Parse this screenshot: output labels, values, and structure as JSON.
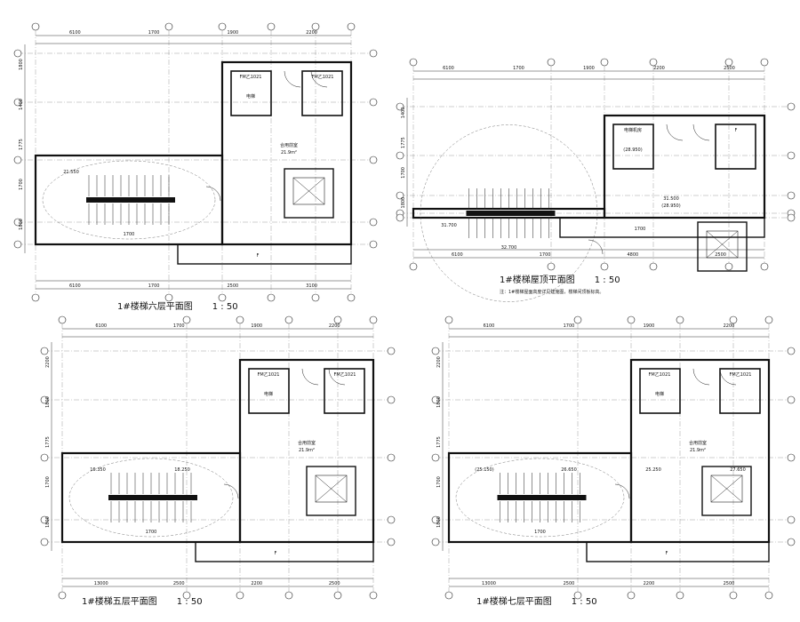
{
  "sheet": {
    "note": "注：1#楼梯屋面高度详见建施图，楼梯间顶板标高。",
    "plans": [
      {
        "id": "p6",
        "title": "1#楼梯六层平面图",
        "scale": "1 : 50",
        "top_dims": [
          "6100",
          "1700",
          "1900",
          "2200"
        ],
        "bottom_dims": [
          "6100",
          "1700",
          "2500",
          "3100"
        ],
        "left_dims": [
          "1800",
          "1400",
          "1775",
          "1700",
          "1800"
        ],
        "labels": [
          "电梯",
          "合用前室",
          "21.9m²",
          "1700",
          "F",
          "FM乙1021",
          "FM乙1021"
        ],
        "room_marks": [
          "21.550"
        ]
      },
      {
        "id": "proof",
        "title": "1#楼梯屋顶平面图",
        "scale": "1 : 50",
        "top_dims": [
          "6100",
          "1700",
          "1900",
          "2200",
          "2500"
        ],
        "bottom_dims": [
          "6100",
          "1700",
          "4800",
          "2500"
        ],
        "left_dims": [
          "1400",
          "1775",
          "1700",
          "1800"
        ],
        "labels": [
          "(28.950)",
          "31.500",
          "(28.950)",
          "32.700",
          "1700",
          "电梯机房",
          "F"
        ],
        "room_marks": [
          "31.700"
        ]
      },
      {
        "id": "p5",
        "title": "1#楼梯五层平面图",
        "scale": "1 : 50",
        "top_dims": [
          "6100",
          "1700",
          "1900",
          "2200"
        ],
        "bottom_dims": [
          "13000",
          "2500",
          "2200",
          "2500"
        ],
        "left_dims": [
          "2200",
          "1800",
          "1775",
          "1700",
          "1800"
        ],
        "labels": [
          "电梯",
          "合用前室",
          "21.9m²",
          "1700",
          "F",
          "FM乙1021",
          "FM乙1021"
        ],
        "room_marks": [
          "16.350",
          "18.250"
        ]
      },
      {
        "id": "p7",
        "title": "1#楼梯七层平面图",
        "scale": "1 : 50",
        "top_dims": [
          "6100",
          "1700",
          "1900",
          "2200"
        ],
        "bottom_dims": [
          "13000",
          "2500",
          "2200",
          "2500"
        ],
        "left_dims": [
          "2200",
          "1800",
          "1775",
          "1700",
          "1800"
        ],
        "labels": [
          "电梯",
          "合用前室",
          "21.9m²",
          "1700",
          "F",
          "FM乙1021",
          "FM乙1021"
        ],
        "room_marks": [
          "(25.150)",
          "26.650",
          "25.250",
          "27.650"
        ]
      }
    ]
  }
}
